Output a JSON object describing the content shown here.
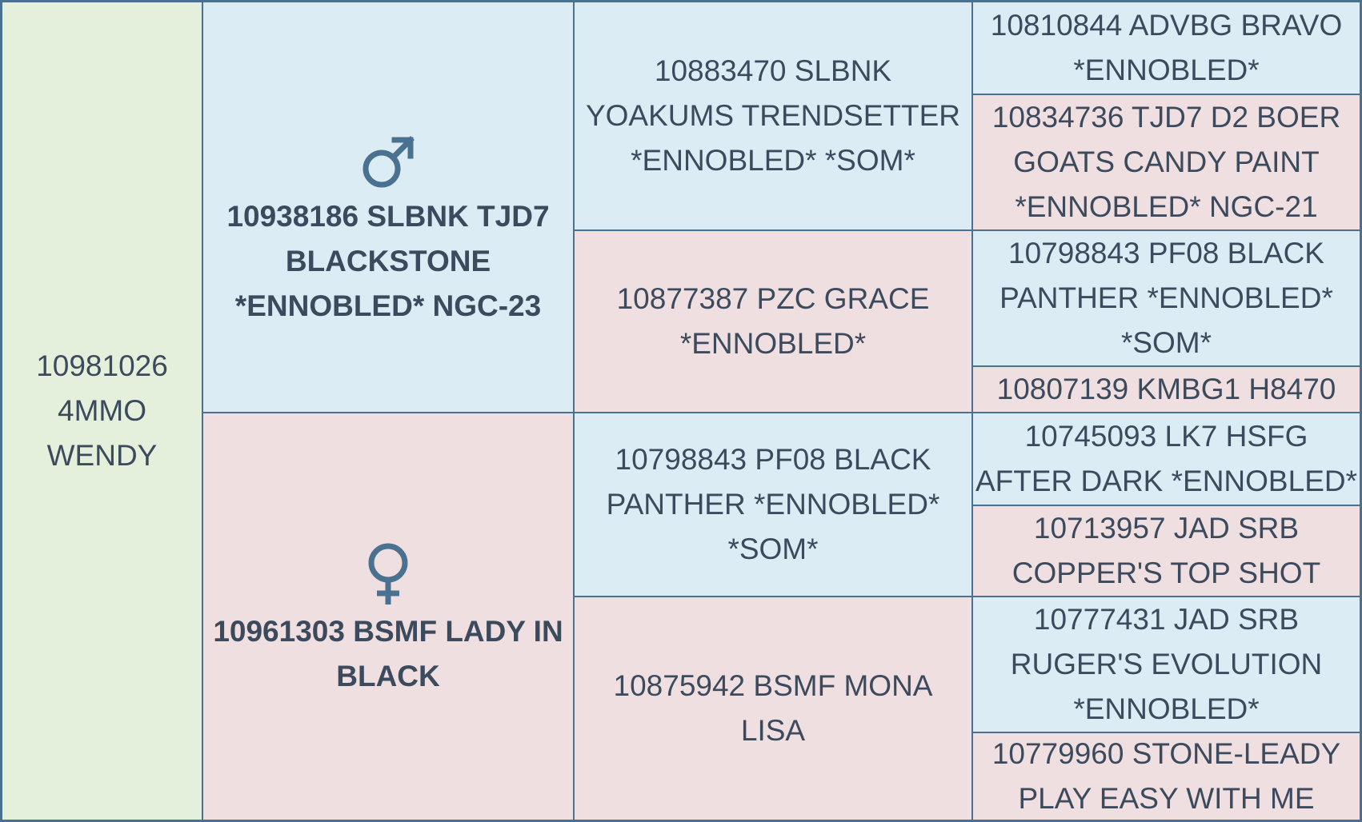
{
  "colors": {
    "subject_bg": "#e4f0db",
    "male_bg": "#dcecf5",
    "female_bg": "#f0dfe0",
    "border": "#4a7290",
    "text": "#3b4a5c",
    "icon": "#4a7290"
  },
  "icons": {
    "sire": "male-symbol-icon",
    "dam": "female-symbol-icon"
  },
  "subject": {
    "name": "10981026 4MMO WENDY"
  },
  "parents": {
    "sire": {
      "name": "10938186 SLBNK TJD7 BLACKSTONE *ENNOBLED* NGC-23"
    },
    "dam": {
      "name": "10961303 BSMF LADY IN BLACK"
    }
  },
  "grandparents": {
    "sire_sire": {
      "name": "10883470 SLBNK YOAKUMS TRENDSETTER *ENNOBLED* *SOM*"
    },
    "sire_dam": {
      "name": "10877387 PZC GRACE *ENNOBLED*"
    },
    "dam_sire": {
      "name": "10798843 PF08 BLACK PANTHER *ENNOBLED* *SOM*"
    },
    "dam_dam": {
      "name": "10875942 BSMF MONA LISA"
    }
  },
  "great_grandparents": {
    "ss_sire": {
      "name": "10810844 ADVBG BRAVO *ENNOBLED*"
    },
    "ss_dam": {
      "name": "10834736 TJD7 D2 BOER GOATS CANDY PAINT *ENNOBLED* NGC-21"
    },
    "sd_sire": {
      "name": "10798843 PF08 BLACK PANTHER *ENNOBLED* *SOM*"
    },
    "sd_dam": {
      "name": "10807139 KMBG1 H8470"
    },
    "ds_sire": {
      "name": "10745093 LK7 HSFG AFTER DARK *ENNOBLED*"
    },
    "ds_dam": {
      "name": "10713957 JAD SRB COPPER'S TOP SHOT"
    },
    "dd_sire": {
      "name": "10777431 JAD SRB RUGER'S EVOLUTION *ENNOBLED*"
    },
    "dd_dam": {
      "name": "10779960 STONE-LEADY PLAY EASY WITH ME"
    }
  }
}
